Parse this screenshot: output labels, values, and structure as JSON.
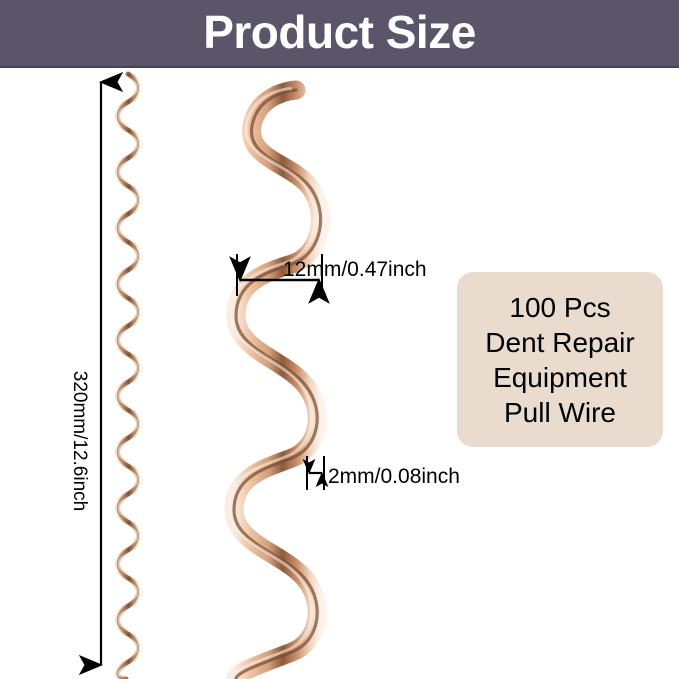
{
  "header": {
    "title": "Product Size"
  },
  "dimensions": {
    "height_label": "320mm/12.6inch",
    "width_label": "12mm/0.47inch",
    "thickness_label": "2mm/0.08inch"
  },
  "callout": {
    "lines": [
      "100 Pcs",
      "Dent Repair",
      "Equipment",
      "Pull Wire"
    ]
  },
  "product": {
    "full_view_name": "coiled-pull-wire-full-length",
    "detail_view_name": "coiled-pull-wire-closeup"
  },
  "colors": {
    "header_background": "#5c5469",
    "header_text": "#ffffff",
    "callout_background": "#e9dccf",
    "callout_text": "#000000",
    "page_background": "#ffffff",
    "dimension_line": "#000000",
    "wire_highlight": "#f7e2d2",
    "wire_mid": "#cf9874",
    "wire_shadow": "#8d5b3d"
  }
}
